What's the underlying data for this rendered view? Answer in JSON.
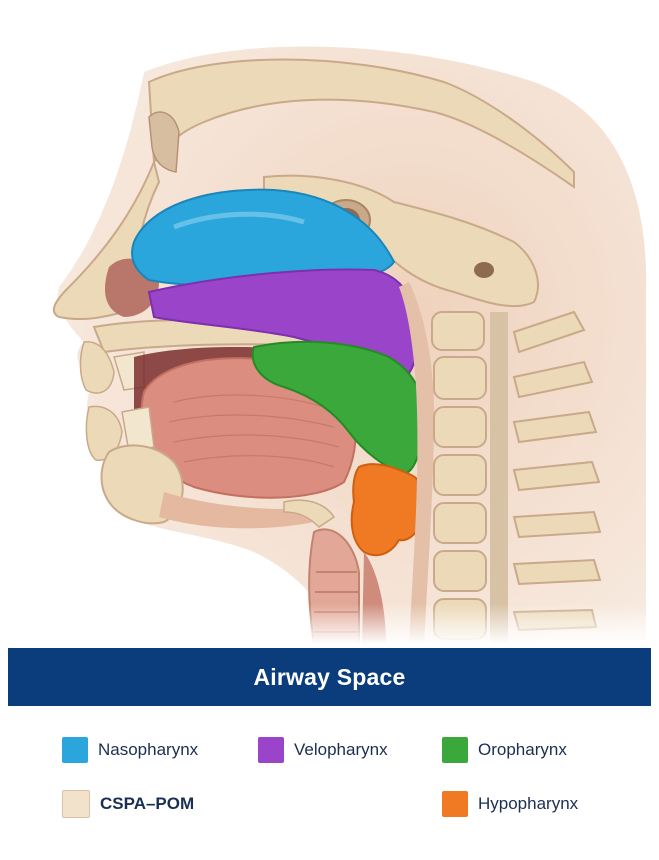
{
  "title": "Airway Space",
  "colors": {
    "title_band": "#0b3d7d",
    "nasopharynx": "#2aa6dd",
    "velopharynx": "#9a45c9",
    "oropharynx": "#3aa83a",
    "hypopharynx": "#f07a23",
    "cspa_pom": "#f2e2cc",
    "bone": "#ecd9b8",
    "soft_tissue": "#e9c7b0",
    "tongue": "#db8d7f"
  },
  "legend": [
    {
      "label": "Nasopharynx",
      "color": "#2aa6dd",
      "icon": "square-swatch"
    },
    {
      "label": "Velopharynx",
      "color": "#9a45c9",
      "icon": "square-swatch"
    },
    {
      "label": "Oropharynx",
      "color": "#3aa83a",
      "icon": "square-swatch"
    },
    {
      "label": "CSPA–POM",
      "color": "#f2e2cc",
      "icon": "square-swatch"
    },
    {
      "label": "Hypopharynx",
      "color": "#f07a23",
      "icon": "square-swatch"
    }
  ]
}
